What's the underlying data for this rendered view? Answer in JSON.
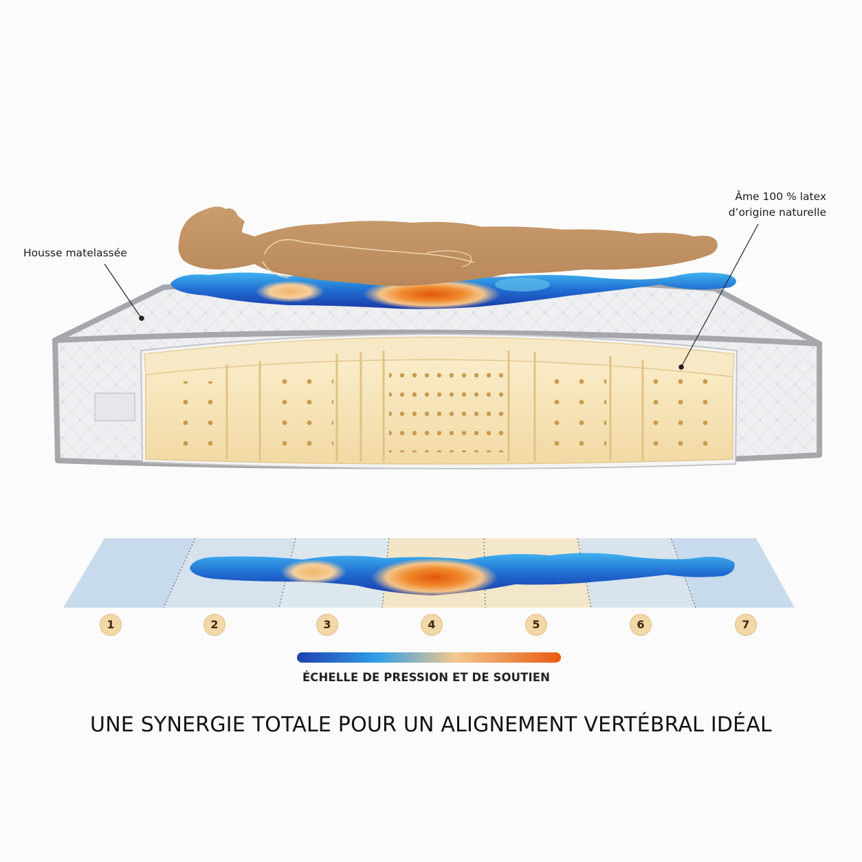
{
  "labels": {
    "cover": "Housse matelassée",
    "latex_line1": "Âme 100 % latex",
    "latex_line2": "d’origine naturelle"
  },
  "zones": [
    "1",
    "2",
    "3",
    "4",
    "5",
    "6",
    "7"
  ],
  "scale": {
    "label": "ÉCHELLE DE PRESSION ET DE SOUTIEN",
    "colors": [
      "#1f3fb0",
      "#2f9ee8",
      "#f2c88e",
      "#e85a12"
    ]
  },
  "headline": "UNE SYNERGIE TOTALE POUR UN ALIGNEMENT VERTÉBRAL IDÉAL",
  "colors": {
    "body": "#c79a6c",
    "latex": "#f6e3b8",
    "cover": "#f1f2f4",
    "border": "#a7a9ad",
    "zone_light_blue": "#c9dced",
    "zone_cream": "#f3e5c5"
  }
}
